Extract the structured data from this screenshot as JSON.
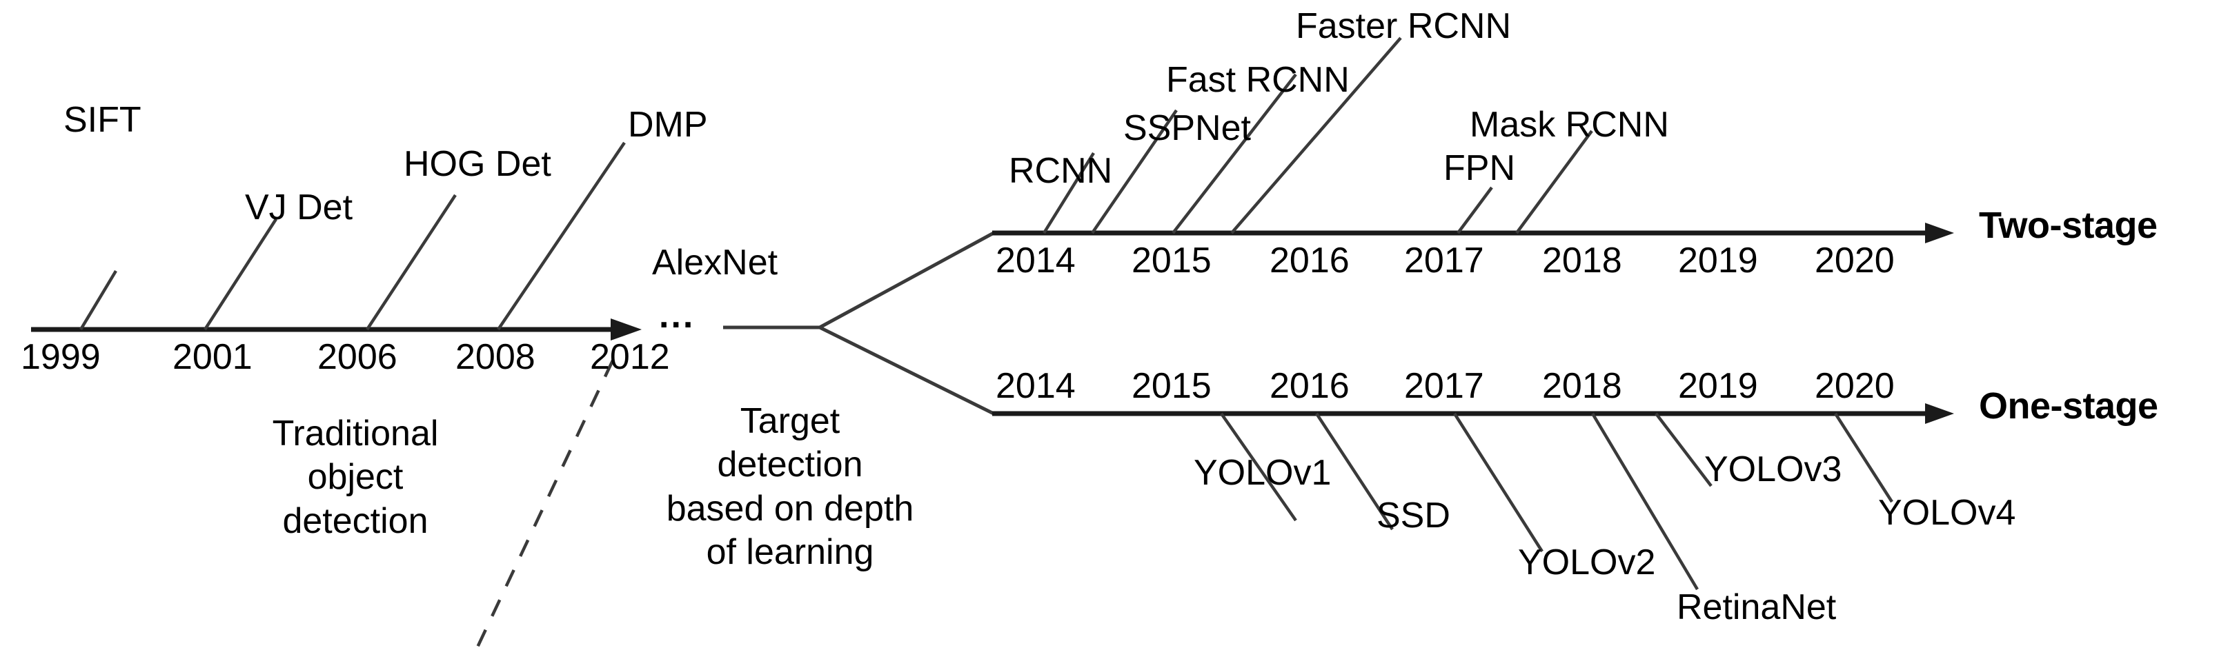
{
  "chart_data": {
    "type": "diagram",
    "title": "Object detection milestone timeline",
    "subtitle": "",
    "xlabel": "",
    "ylabel": "",
    "grid": false,
    "legend_position": "none",
    "branches": [
      {
        "id": "traditional",
        "name": "Traditional object detection",
        "caption_lines": [
          "Traditional",
          "object",
          "detection"
        ],
        "axis_years": [
          "1999",
          "2001",
          "2006",
          "2008",
          "2012"
        ],
        "continuation": "...",
        "milestones": [
          {
            "label": "SIFT",
            "year": "1999"
          },
          {
            "label": "VJ Det",
            "year": "2001"
          },
          {
            "label": "HOG Det",
            "year": "2006"
          },
          {
            "label": "DMP",
            "year": "2008"
          },
          {
            "label": "AlexNet",
            "year": "2012"
          }
        ]
      },
      {
        "id": "two-stage",
        "name": "Two-stage",
        "caption_lines": [
          "Target",
          "detection",
          "based on depth",
          "of learning"
        ],
        "axis_years": [
          "2014",
          "2015",
          "2016",
          "2017",
          "2018",
          "2019",
          "2020"
        ],
        "milestones": [
          {
            "label": "RCNN",
            "year": "2014"
          },
          {
            "label": "SSPNet",
            "year": "2014"
          },
          {
            "label": "Fast RCNN",
            "year": "2015"
          },
          {
            "label": "Faster RCNN",
            "year": "2015"
          },
          {
            "label": "FPN",
            "year": "2017"
          },
          {
            "label": "Mask RCNN",
            "year": "2017"
          }
        ]
      },
      {
        "id": "one-stage",
        "name": "One-stage",
        "axis_years": [
          "2014",
          "2015",
          "2016",
          "2017",
          "2018",
          "2019",
          "2020"
        ],
        "milestones": [
          {
            "label": "YOLOv1",
            "year": "2015"
          },
          {
            "label": "SSD",
            "year": "2016"
          },
          {
            "label": "YOLOv2",
            "year": "2017"
          },
          {
            "label": "RetinaNet",
            "year": "2018"
          },
          {
            "label": "YOLOv3",
            "year": "2018"
          },
          {
            "label": "YOLOv4",
            "year": "2020"
          }
        ]
      }
    ]
  },
  "colors": {
    "background": "#ffffff",
    "stroke": "#1a1a1a",
    "text": "#000000",
    "leader": "#3a3a3a"
  },
  "traditional": {
    "milestones": {
      "sift": "SIFT",
      "vj_det": "VJ Det",
      "hog_det": "HOG Det",
      "dmp": "DMP",
      "alexnet": "AlexNet"
    },
    "years": {
      "y1999": "1999",
      "y2001": "2001",
      "y2006": "2006",
      "y2008": "2008",
      "y2012": "2012"
    },
    "ellipsis": "...",
    "caption": {
      "line1": "Traditional",
      "line2": "object",
      "line3": "detection"
    }
  },
  "deep_caption": {
    "line1": "Target",
    "line2": "detection",
    "line3": "based on depth",
    "line4": "of learning"
  },
  "two_stage": {
    "label": "Two-stage",
    "years": {
      "y2014": "2014",
      "y2015": "2015",
      "y2016": "2016",
      "y2017": "2017",
      "y2018": "2018",
      "y2019": "2019",
      "y2020": "2020"
    },
    "milestones": {
      "rcnn": "RCNN",
      "sspnet": "SSPNet",
      "fast_rcnn": "Fast RCNN",
      "faster_rcnn": "Faster RCNN",
      "fpn": "FPN",
      "mask_rcnn": "Mask RCNN"
    }
  },
  "one_stage": {
    "label": "One-stage",
    "years": {
      "y2014": "2014",
      "y2015": "2015",
      "y2016": "2016",
      "y2017": "2017",
      "y2018": "2018",
      "y2019": "2019",
      "y2020": "2020"
    },
    "milestones": {
      "yolov1": "YOLOv1",
      "ssd": "SSD",
      "yolov2": "YOLOv2",
      "retinanet": "RetinaNet",
      "yolov3": "YOLOv3",
      "yolov4": "YOLOv4"
    }
  }
}
